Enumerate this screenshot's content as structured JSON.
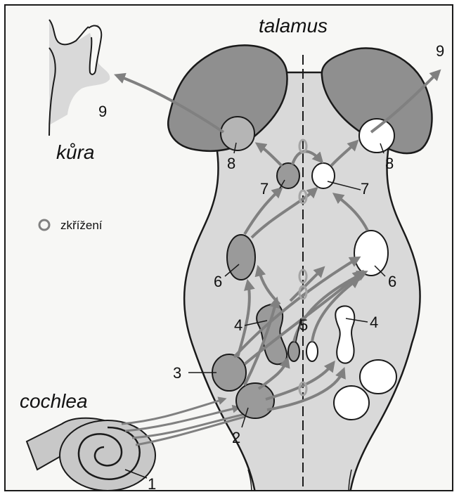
{
  "labels": {
    "thalamus": "talamus",
    "cortex": "kůra",
    "cochlea": "cochlea",
    "crossing_legend": "zkřížení"
  },
  "numbers": {
    "n1": "1",
    "n2": "2",
    "n3": "3",
    "n4_left": "4",
    "n4_right": "4",
    "n5": "5",
    "n6_left": "6",
    "n6_right": "6",
    "n7_left": "7",
    "n7_right": "7",
    "n8_left": "8",
    "n8_right": "8",
    "n9_left": "9",
    "n9_right": "9"
  },
  "colors": {
    "tissue": "#d9d9d9",
    "nucleus_filled": "#9a9a9a",
    "thalamus": "#8f8f8f",
    "arrow": "#808080",
    "outline": "#1a1a1a",
    "crossing": "#a5a5a5"
  }
}
